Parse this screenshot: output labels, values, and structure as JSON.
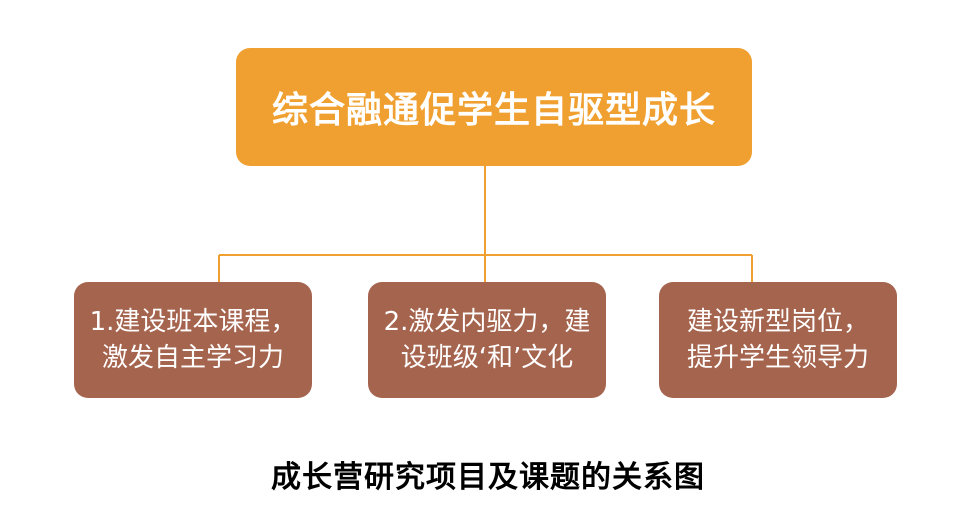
{
  "diagram": {
    "root": {
      "label": "综合融通促学生自驱型成长"
    },
    "children": [
      {
        "label": "1.建设班本课程，\n激发自主学习力"
      },
      {
        "label": "2.激发内驱力，建\n设班级‘和’文化"
      },
      {
        "label": "建设新型岗位，\n提升学生领导力"
      }
    ],
    "caption": "成长营研究项目及课题的关系图",
    "colors": {
      "root_fill": "#f0a030",
      "child_fill": "#a5644e",
      "connector": "#f0a030",
      "text_light": "#ffffff",
      "caption_text": "#000000"
    }
  }
}
